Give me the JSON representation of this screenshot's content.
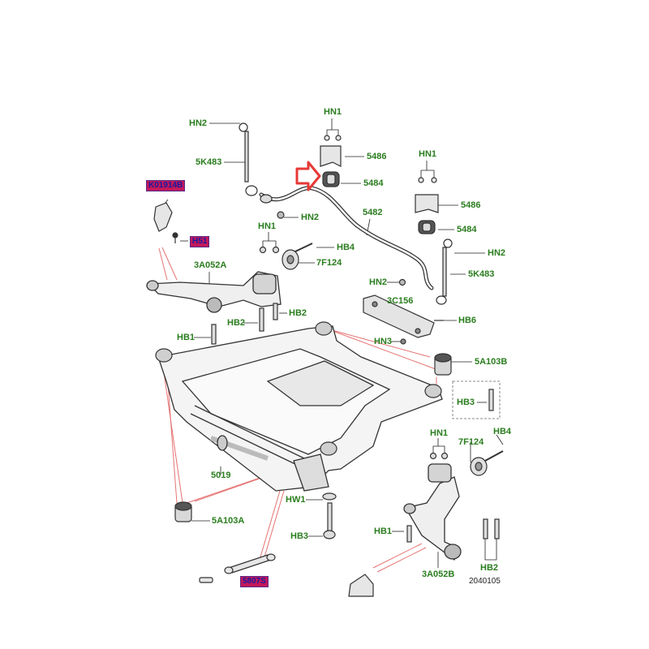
{
  "colors": {
    "label_green": "#2a7d1e",
    "highlight_bg": "#c2185b",
    "highlight_text": "#1a1aa0",
    "arrow_red": "#e53935",
    "leader_red": "#e57373",
    "line_black": "#222222"
  },
  "labels": {
    "hn2_top": "HN2",
    "l5k483_top": "5K483",
    "hn1_top": "HN1",
    "l5486_top": "5486",
    "l5484_top": "5484",
    "hn1_right": "HN1",
    "l5486_right": "5486",
    "l5484_right": "5484",
    "hn2_mid": "HN2",
    "l5482": "5482",
    "hn1_left": "HN1",
    "hb4_top": "HB4",
    "l7f124_top": "7F124",
    "l3a052a": "3A052A",
    "hn2_right": "HN2",
    "l5k483_right": "5K483",
    "hn2_small": "HN2",
    "l3c156": "3C156",
    "hb2_left_a": "HB2",
    "hb2_left_b": "HB2",
    "hb6": "HB6",
    "hb1_left": "HB1",
    "hn3": "HN3",
    "l5a103b": "5A103B",
    "hb3_right": "HB3",
    "hn1_bottom": "HN1",
    "hb4_bottom": "HB4",
    "l7f124_bottom": "7F124",
    "l5019": "5019",
    "hw1": "HW1",
    "l5a103a": "5A103A",
    "hb1_bottom": "HB1",
    "hb3_bottom": "HB3",
    "hb2_bottom": "HB2",
    "l3a052b": "3A052B"
  },
  "highlighted": {
    "k01914b": "K01914B",
    "h51": "H51",
    "l5807s": "5807S"
  },
  "reference": "2040105"
}
